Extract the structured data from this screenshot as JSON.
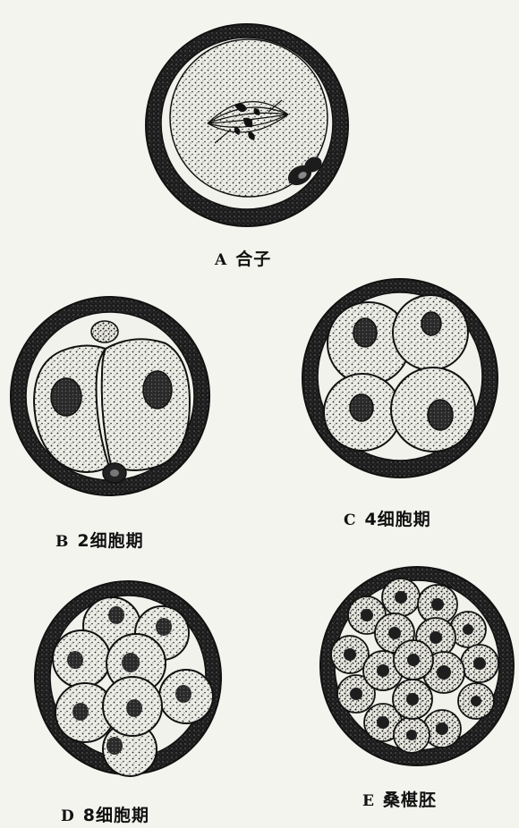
{
  "figures": [
    {
      "id": "A",
      "letter": "A",
      "label": "合子"
    },
    {
      "id": "B",
      "letter": "B",
      "label": "2细胞期"
    },
    {
      "id": "C",
      "letter": "C",
      "label": "4细胞期"
    },
    {
      "id": "D",
      "letter": "D",
      "label": "8细胞期"
    },
    {
      "id": "E",
      "letter": "E",
      "label": "桑椹胚"
    }
  ],
  "colors": {
    "background": "#f4f4ef",
    "ink": "#111111",
    "cell_fill": "#ebebe4",
    "zona": "#1c1c1c"
  }
}
